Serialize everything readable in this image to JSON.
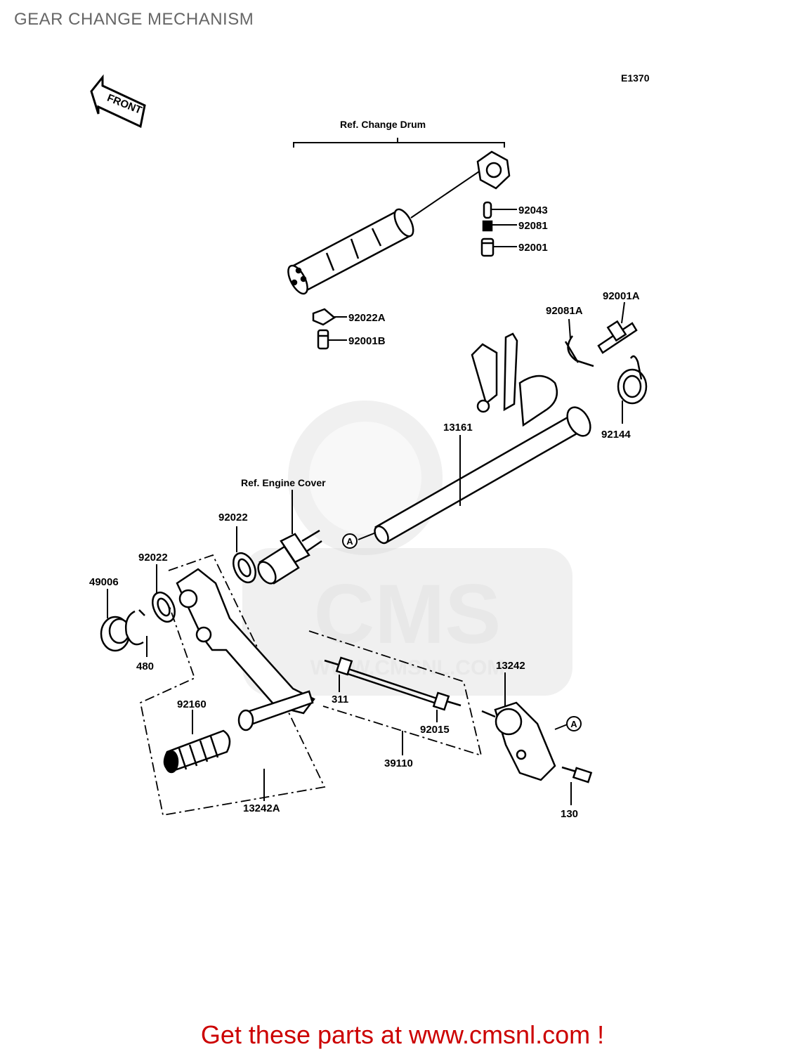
{
  "page": {
    "title": "GEAR CHANGE MECHANISM",
    "figure_code": "E1370"
  },
  "direction_marker": "FRONT",
  "references": {
    "change_drum": "Ref. Change Drum",
    "engine_cover": "Ref. Engine Cover"
  },
  "callout_marker": "A",
  "parts": [
    {
      "number": "92043"
    },
    {
      "number": "92081"
    },
    {
      "number": "92001"
    },
    {
      "number": "92022A"
    },
    {
      "number": "92001B"
    },
    {
      "number": "92081A"
    },
    {
      "number": "92001A"
    },
    {
      "number": "92144"
    },
    {
      "number": "13161"
    },
    {
      "number": "92022"
    },
    {
      "number": "92022"
    },
    {
      "number": "49006"
    },
    {
      "number": "480"
    },
    {
      "number": "92160"
    },
    {
      "number": "13242A"
    },
    {
      "number": "311"
    },
    {
      "number": "92015"
    },
    {
      "number": "39110"
    },
    {
      "number": "13242"
    },
    {
      "number": "130"
    }
  ],
  "watermark": {
    "text": "CMS",
    "url": "WWW.CMSNL.COM"
  },
  "promo": {
    "text": "Get these parts at www.cmsnl.com !",
    "color": "#cc0000"
  }
}
